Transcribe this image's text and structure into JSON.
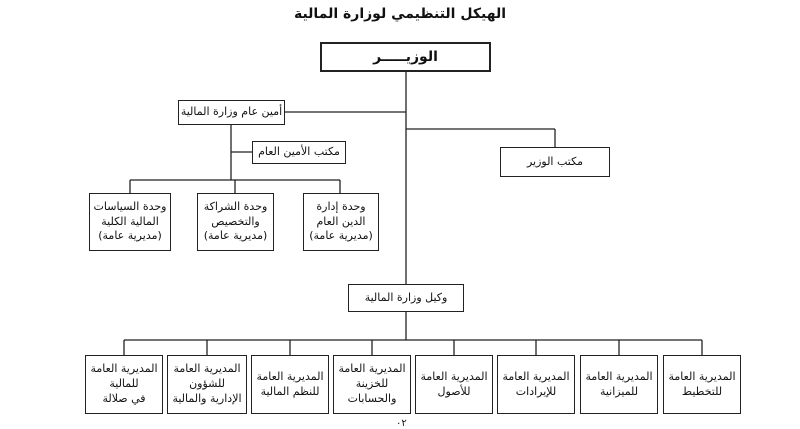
{
  "title": "الهيكل التنظيمي لوزارة المالية",
  "minister": "الوزيـــــر",
  "secretary_general": "أمين عام وزارة المالية",
  "sg_office": "مكتب الأمين العام",
  "minister_office": "مكتب الوزير",
  "undersecretary": "وكيل وزارة المالية",
  "sg_units": [
    {
      "lines": [
        "وحدة السياسات",
        "المالية الكلية",
        "(مديرية عامة)"
      ]
    },
    {
      "lines": [
        "وحدة الشراكة",
        "والتخصيص",
        "(مديرية عامة)"
      ]
    },
    {
      "lines": [
        "وحدة إدارة",
        "الدين العام",
        "(مديرية عامة)"
      ]
    }
  ],
  "directorates": [
    {
      "lines": [
        "المديرية العامة",
        "للمالية",
        "في صلالة"
      ]
    },
    {
      "lines": [
        "المديرية العامة",
        "للشؤون",
        "الإدارية والمالية"
      ]
    },
    {
      "lines": [
        "المديرية العامة",
        "للنظم المالية"
      ]
    },
    {
      "lines": [
        "المديرية العامة",
        "للخزينة",
        "والحسابات"
      ]
    },
    {
      "lines": [
        "المديرية العامة",
        "للأصول"
      ]
    },
    {
      "lines": [
        "المديرية العامة",
        "للإيرادات"
      ]
    },
    {
      "lines": [
        "المديرية العامة",
        "للميزانية"
      ]
    },
    {
      "lines": [
        "المديرية العامة",
        "للتخطيط"
      ]
    }
  ],
  "footnote": "٠٢"
}
